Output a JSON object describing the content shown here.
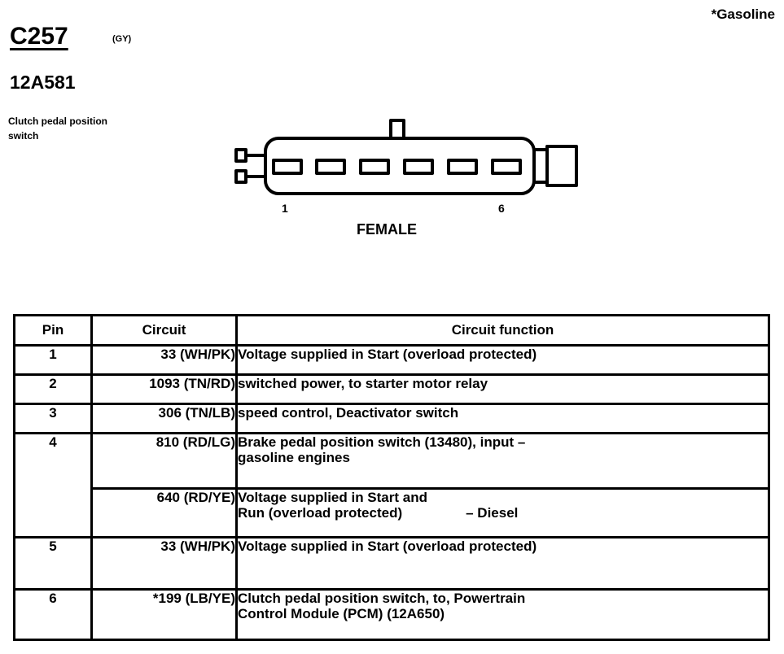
{
  "header": {
    "note": "*Gasoline",
    "connector_id": "C257",
    "connector_color_code": "(GY)",
    "part_number": "12A581",
    "component_name": "Clutch pedal position switch"
  },
  "diagram": {
    "pin_first": "1",
    "pin_last": "6",
    "gender": "FEMALE"
  },
  "table": {
    "headers": {
      "pin": "Pin",
      "circuit": "Circuit",
      "function": "Circuit function"
    },
    "rows": [
      {
        "pin": "1",
        "circuit": "33 (WH/PK)",
        "function": "Voltage supplied in Start (overload protected)"
      },
      {
        "pin": "2",
        "circuit": "1093 (TN/RD)",
        "function": "switched power, to starter motor relay"
      },
      {
        "pin": "3",
        "circuit": "306 (TN/LB)",
        "function": "speed control, Deactivator switch"
      },
      {
        "pin": "4",
        "circuit": "810 (RD/LG)",
        "function_line1": "Brake pedal position switch (13480), input –",
        "function_line2": "gasoline engines"
      },
      {
        "pin": "",
        "circuit": "640 (RD/YE)",
        "function_line1": "Voltage supplied in Start and",
        "function_line2": "Run (overload protected)",
        "qualifier": "– Diesel"
      },
      {
        "pin": "5",
        "circuit": "33 (WH/PK)",
        "function": "Voltage supplied in Start (overload protected)"
      },
      {
        "pin": "6",
        "circuit": "*199 (LB/YE)",
        "function_line1": "Clutch pedal position switch, to, Powertrain",
        "function_line2": "Control Module (PCM) (12A650)"
      }
    ]
  }
}
